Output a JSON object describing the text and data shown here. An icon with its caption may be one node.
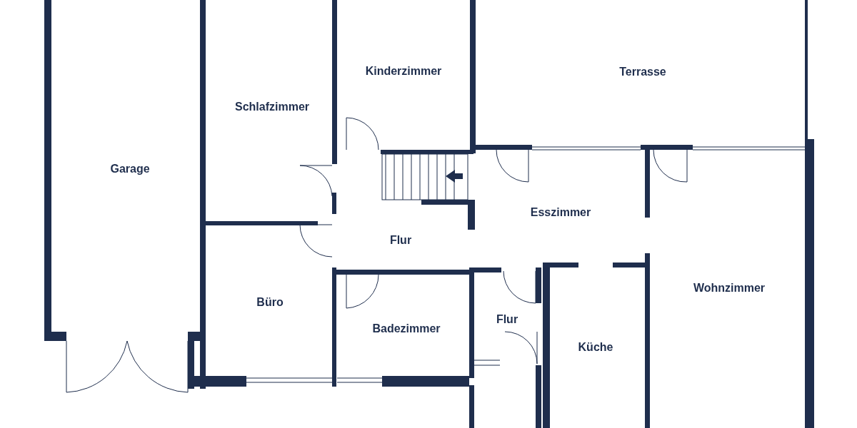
{
  "diagram": {
    "nodes": [
      {
        "text": [
          "Kinderzimmer"
        ]
      },
      {
        "text": [
          "Terrasse"
        ]
      },
      {
        "text": [
          "Schlafzimmer"
        ]
      },
      {
        "text": [
          "Garage"
        ]
      },
      {
        "text": [
          "Esszimmer"
        ]
      },
      {
        "text": [
          "Flur"
        ]
      },
      {
        "text": [
          "Wohnzimmer"
        ]
      },
      {
        "text": [
          "Büro"
        ]
      },
      {
        "text": [
          "Flur"
        ]
      },
      {
        "text": [
          "Badezimmer"
        ]
      },
      {
        "text": [
          "Küche"
        ]
      }
    ]
  }
}
